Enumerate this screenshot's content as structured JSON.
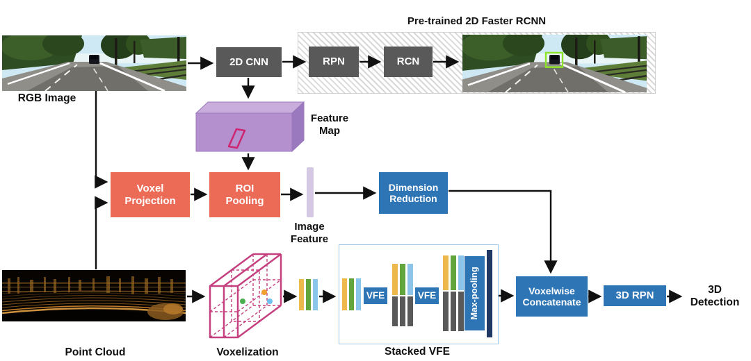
{
  "title": "Pre-trained 2D Faster RCNN",
  "labels": {
    "rgb_image": "RGB Image",
    "point_cloud": "Point Cloud",
    "voxelization": "Voxelization",
    "stacked_vfe": "Stacked VFE",
    "feature_map": "Feature Map",
    "image_feature": "Image Feature",
    "detection_3d": "3D Detection"
  },
  "nodes": {
    "cnn_2d": "2D CNN",
    "rpn": "RPN",
    "rcn": "RCN",
    "voxel_projection": "Voxel Projection",
    "roi_pooling": "ROI Pooling",
    "dimension_reduction": "Dimension Reduction",
    "vfe": "VFE",
    "max_pooling": "Max-pooling",
    "voxelwise_concatenate": "Voxelwise Concatenate",
    "rpn_3d": "3D RPN"
  },
  "colors": {
    "node_gray": "#595959",
    "node_orange": "#EC6B56",
    "node_blue": "#2E75B6",
    "navy_bar": "#1F3864",
    "bar_yellow": "#EDB94D",
    "bar_green": "#63A53D",
    "bar_lightblue": "#8CC5EA",
    "bar_gray": "#595959",
    "feature_map_purple": "#B491CE",
    "roi_pink": "#CE2570",
    "voxel_magenta": "#C5407F",
    "image_feature_lavender": "#D5C8E4",
    "stacked_vfe_border": "#9DC3E6",
    "detection_box_green": "#8CE32A",
    "arrow_black": "#111111"
  }
}
